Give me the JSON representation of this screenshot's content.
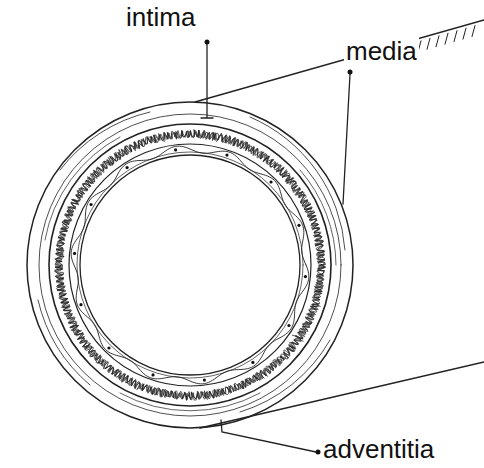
{
  "diagram": {
    "labels": [
      "intima",
      "media",
      "adventitia"
    ]
  }
}
